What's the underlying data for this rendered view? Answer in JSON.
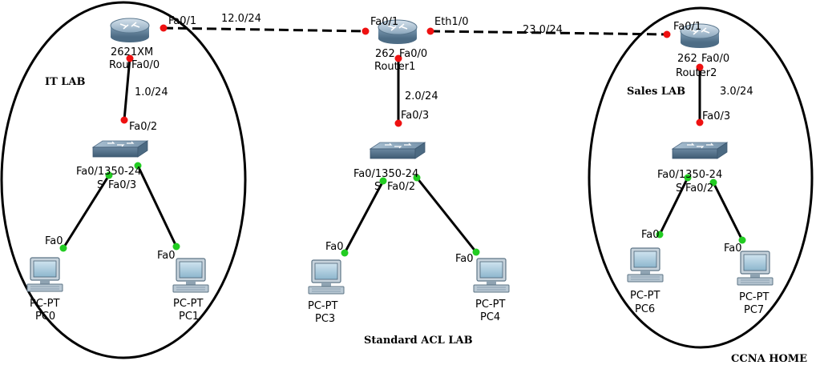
{
  "labs": {
    "it": "IT LAB",
    "sales": "Sales LAB",
    "center": "Standard ACL LAB",
    "corner": "CCNA HOME"
  },
  "routers": {
    "r0": {
      "model": "2621XM",
      "name": "Rou",
      "port_up": "Fa0/1",
      "port_down": "Fa0/0"
    },
    "r1": {
      "model": "262",
      "name": "Router1",
      "port_left": "Fa0/1",
      "port_right": "Eth1/0",
      "port_down": "Fa0/0"
    },
    "r2": {
      "model": "262",
      "name": "Router2",
      "port_left": "Fa0/1",
      "port_down": "Fa0/0"
    }
  },
  "links": {
    "r0_r1": "12.0/24",
    "r1_r2": "23.0/24",
    "r0_sw0": "1.0/24",
    "r1_sw1": "2.0/24",
    "r2_sw2": "3.0/24"
  },
  "switches": {
    "sw0": {
      "model": "Fa0/1350-24",
      "name": "S",
      "port_up": "Fa0/2",
      "port_right": "Fa0/3"
    },
    "sw1": {
      "model": "Fa0/1350-24",
      "name": "S",
      "port_up": "Fa0/3",
      "port_right": "Fa0/2"
    },
    "sw2": {
      "model": "Fa0/1350-24",
      "name": "S",
      "port_up": "Fa0/3",
      "port_right": "Fa0/2"
    }
  },
  "pcs": {
    "pc0": {
      "type": "PC-PT",
      "name": "PC0",
      "port": "Fa0"
    },
    "pc1": {
      "type": "PC-PT",
      "name": "PC1",
      "port": "Fa0"
    },
    "pc3": {
      "type": "PC-PT",
      "name": "PC3",
      "port": "Fa0"
    },
    "pc4": {
      "type": "PC-PT",
      "name": "PC4",
      "port": "Fa0"
    },
    "pc6": {
      "type": "PC-PT",
      "name": "PC6",
      "port": "Fa0"
    },
    "pc7": {
      "type": "PC-PT",
      "name": "PC7",
      "port": "Fa0"
    }
  },
  "colors": {
    "router_body": "#6f8fa8",
    "switch_body": "#6b8aa3",
    "pc_screen": "#9fc3d8",
    "link_up": "#22cc22",
    "link_down": "#ee1111"
  }
}
